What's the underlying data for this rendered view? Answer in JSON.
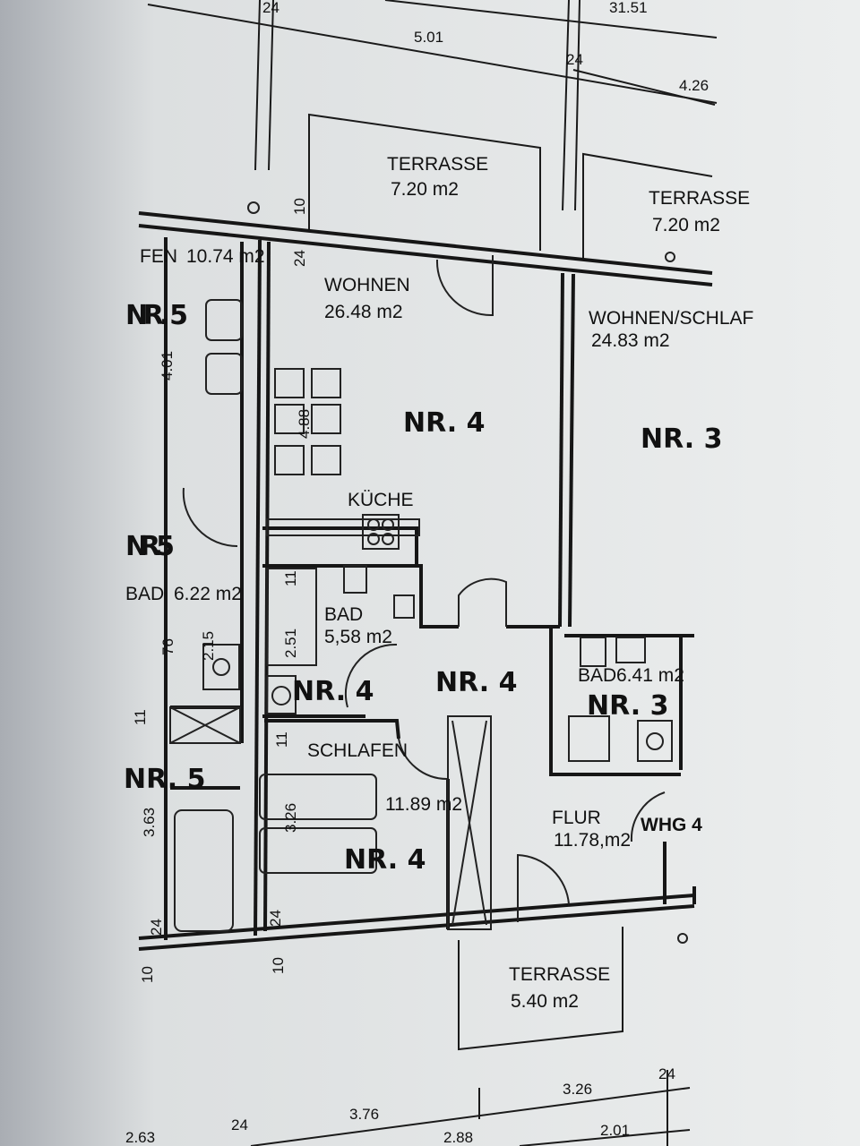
{
  "plan": {
    "dimensions_top": [
      "5.01",
      "4.26",
      "31.51"
    ],
    "dimensions_bottom": [
      "3.76",
      "3.26",
      "2.01",
      "2.63",
      "2.88"
    ],
    "wall_marks": [
      "24",
      "10",
      "24",
      "24",
      "10",
      "24",
      "10",
      "24",
      "24",
      "24"
    ],
    "inner_dims": [
      "4.01",
      "4.88",
      "2.51",
      "3.26",
      "2.15",
      "76",
      "3.63",
      "11",
      "11",
      "11"
    ],
    "rooms": [
      {
        "name": "TERRASSE",
        "area": "7.20 m2"
      },
      {
        "name": "TERRASSE",
        "area": "7.20 m2"
      },
      {
        "name": "WOHNEN",
        "area": "26.48 m2"
      },
      {
        "name": "WOHNEN/SCHLAF",
        "area": "24.83 m2"
      },
      {
        "name": "KÜCHE",
        "area": ""
      },
      {
        "name": "BAD",
        "area": "5,58 m2"
      },
      {
        "name": "SCHLAFEN",
        "area": "11.89 m2"
      },
      {
        "name": "FLUR",
        "area": "11.78,m2"
      },
      {
        "name": "TERRASSE",
        "area": "5.40 m2"
      },
      {
        "name": "BAD",
        "area": "6.41 m2"
      },
      {
        "name": "BAD",
        "area": "6.22 m2"
      },
      {
        "name": "FEN",
        "area": "10.74 m2"
      }
    ],
    "unit_labels": [
      "NR. 4",
      "NR. 4",
      "NR. 4",
      "NR. 4",
      "NR. 3",
      "NR. 3",
      "NR. 5",
      "NR. 5",
      "NR. 5",
      "WHG 4"
    ]
  }
}
